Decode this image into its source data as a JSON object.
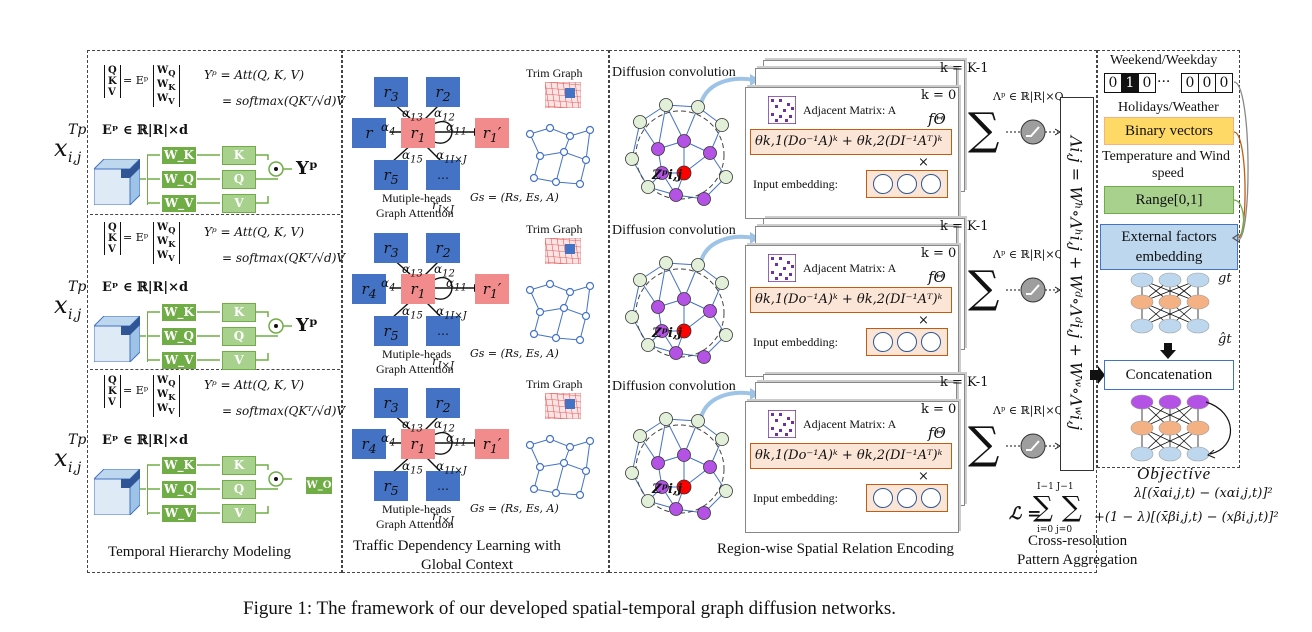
{
  "caption": "Figure 1: The framework of our developed spatial-temporal graph diffusion networks.",
  "sections": {
    "temporal": "Temporal Hierarchy Modeling",
    "traffic_line1": "Traffic Dependency Learning with",
    "traffic_line2": "Global Context",
    "spatial": "Region-wise Spatial Relation Encoding",
    "cross_line1": "Cross-resolution",
    "cross_line2": "Pattern Aggregation"
  },
  "temporal_block": {
    "input_symbol": "x",
    "input_sub": "i,j",
    "input_sup": "Tp",
    "embedding": "Eᵖ ∈ ℝ|R|×d",
    "qkv_left": "[Q K V]",
    "qkv_eq": "= Eᵖ",
    "w_stack": "[W_Q W_K W_V]",
    "att_line1": "Yᵖ = Att(Q, K, V)",
    "att_line2": "= softmax(QKᵀ/√d)V",
    "wk": "W_K",
    "wq": "W_Q",
    "wv": "W_V",
    "k": "K",
    "q": "Q",
    "v": "V",
    "out": "Yᵖ",
    "wo": "W_O"
  },
  "graph_block": {
    "nodes": [
      "r3",
      "r2",
      "r",
      "r1",
      "r1'",
      "r5",
      "rI×J",
      "r4"
    ],
    "edges": [
      "α13",
      "α12",
      "α4",
      "α11",
      "α15",
      "α1I×J"
    ],
    "caption_line1": "Mutiple-heads",
    "caption_line2": "Graph Attention",
    "trim": "Trim Graph",
    "gs": "Gs = (Rs, Es, A)"
  },
  "diffusion_block": {
    "title": "Diffusion convolution",
    "z": "Zᵖi,j",
    "k_back": "k = K-1",
    "k_front": "k = 0",
    "adj": "Adjacent Matrix: A",
    "f": "fΘ",
    "formula": "θk,1(Do⁻¹A)ᵏ + θk,2(DI⁻¹Aᵀ)ᵏ",
    "times": "×",
    "input_emb": "Input embedding:",
    "dots": "…",
    "lambda": "Λᵖ ∈ ℝ|R|×Q",
    "sum": "∑"
  },
  "aggregation": {
    "equation": "Λi,j = Wʰ∘Λʰi,j + Wᵈ∘Λᵈi,j + Wʷ∘Λʷi,j",
    "loss_prefix": "ℒ =",
    "loss_sums": "∑ ∑",
    "loss_lim_top": "I−1 J−1",
    "loss_lim_bot": "i=0 j=0",
    "objective": "Objective",
    "obj_line1": "λ[(x̄αi,j,t) − (xαi,j,t)]²",
    "obj_line2": "+(1 − λ)[(x̄βi,j,t) − (xβi,j,t)]²"
  },
  "external": {
    "weekend": "Weekend/Weekday",
    "bits1": [
      "0",
      "1",
      "0"
    ],
    "bits_dots": "···",
    "bits2": [
      "0",
      "0",
      "0"
    ],
    "holidays": "Holidays/Weather",
    "binary": "Binary vectors",
    "temp_line1": "Temperature and Wind",
    "temp_line2": "speed",
    "range": "Range[0,1]",
    "ext_line1": "External factors",
    "ext_line2": "embedding",
    "g": "gt",
    "g_hat": "ĝt",
    "concat": "Concatenation"
  },
  "colors": {
    "green": "#70ad47",
    "light_green": "#a9d18e",
    "blue_node": "#4472c4",
    "red_node": "#f28b8b",
    "yellow": "#ffd966",
    "pale_green": "#a9d18e",
    "pale_blue": "#bdd7ee",
    "orange": "#f4b183",
    "purple": "#b452e6",
    "node_fill": "#e2efd9"
  }
}
